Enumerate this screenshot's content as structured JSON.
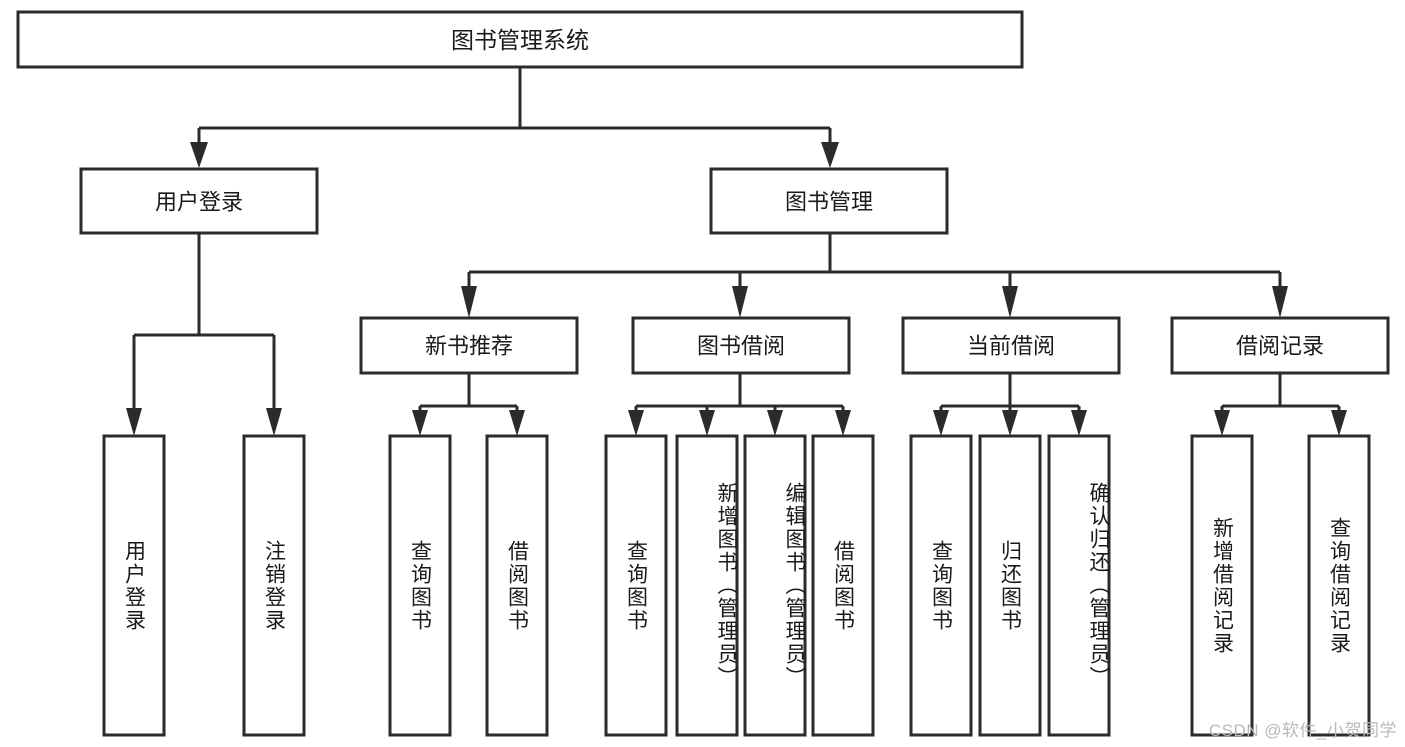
{
  "diagram": {
    "type": "tree-hierarchy-chart",
    "title": "图书管理系统",
    "root": {
      "label": "图书管理系统",
      "orientation": "horizontal"
    },
    "level2": [
      {
        "label": "用户登录",
        "orientation": "horizontal"
      },
      {
        "label": "图书管理",
        "orientation": "horizontal"
      }
    ],
    "level3": [
      {
        "label": "新书推荐",
        "orientation": "horizontal"
      },
      {
        "label": "图书借阅",
        "orientation": "horizontal"
      },
      {
        "label": "当前借阅",
        "orientation": "horizontal"
      },
      {
        "label": "借阅记录",
        "orientation": "horizontal"
      }
    ],
    "leaves": {
      "user_login": [
        {
          "label": "用户登录",
          "orientation": "vertical"
        },
        {
          "label": "注销登录",
          "orientation": "vertical"
        }
      ],
      "new_book_recommend": [
        {
          "label": "查询图书",
          "orientation": "vertical"
        },
        {
          "label": "借阅图书",
          "orientation": "vertical"
        }
      ],
      "book_borrow": [
        {
          "label": "查询图书",
          "orientation": "vertical"
        },
        {
          "label": "新增图书（管理员）",
          "orientation": "vertical"
        },
        {
          "label": "编辑图书（管理员）",
          "orientation": "vertical"
        },
        {
          "label": "借阅图书",
          "orientation": "vertical"
        }
      ],
      "current_borrow": [
        {
          "label": "查询图书",
          "orientation": "vertical"
        },
        {
          "label": "归还图书",
          "orientation": "vertical"
        },
        {
          "label": "确认归还（管理员）",
          "orientation": "vertical"
        }
      ],
      "borrow_records": [
        {
          "label": "新增借阅记录",
          "orientation": "vertical"
        },
        {
          "label": "查询借阅记录",
          "orientation": "vertical"
        }
      ]
    }
  },
  "watermark": {
    "text": "CSDN @软件_小贺同学"
  },
  "colors": {
    "box_stroke": "#2b2b2b",
    "box_fill": "#ffffff",
    "text": "#1a1a1a",
    "connector": "#2b2b2b",
    "watermark": "#b9b9b9",
    "background": "#ffffff"
  }
}
